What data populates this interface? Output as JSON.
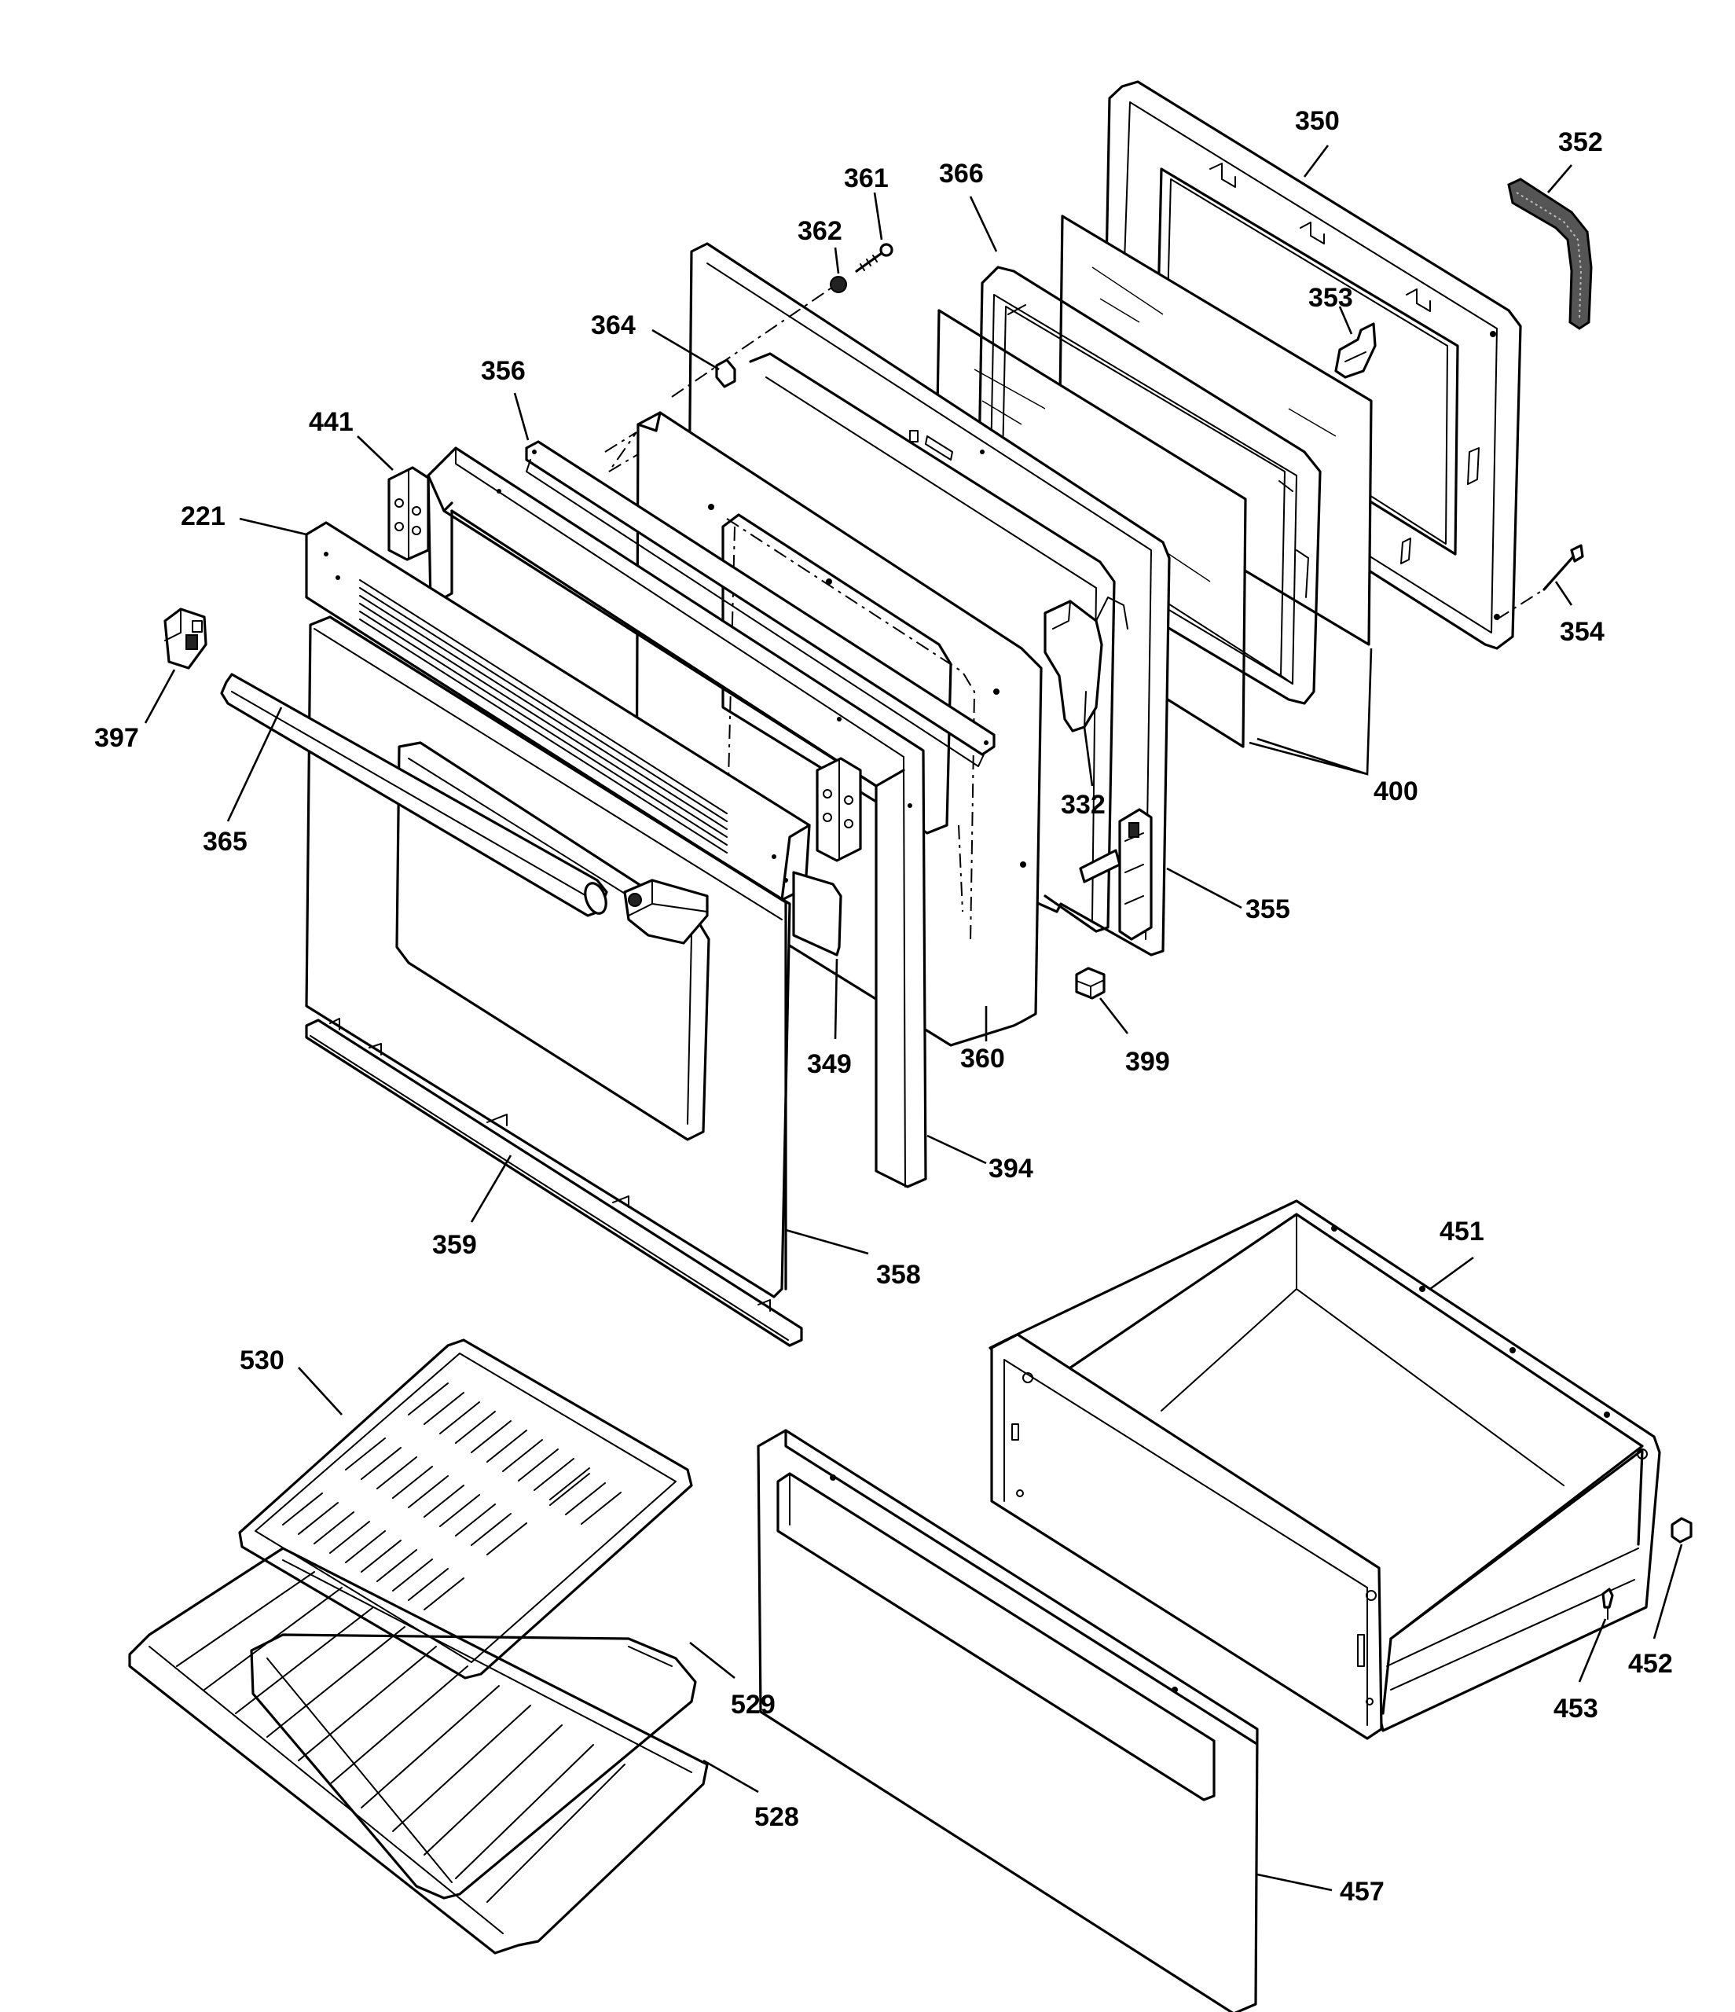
{
  "diagram": {
    "callouts": {
      "c350": "350",
      "c352": "352",
      "c361": "361",
      "c366": "366",
      "c362": "362",
      "c353": "353",
      "c364": "364",
      "c356": "356",
      "c441": "441",
      "c221": "221",
      "c397": "397",
      "c365": "365",
      "c332": "332",
      "c400": "400",
      "c354": "354",
      "c355": "355",
      "c349": "349",
      "c360": "360",
      "c399": "399",
      "c394": "394",
      "c359": "359",
      "c358": "358",
      "c451": "451",
      "c530": "530",
      "c529": "529",
      "c528": "528",
      "c452": "452",
      "c453": "453",
      "c457": "457"
    }
  }
}
